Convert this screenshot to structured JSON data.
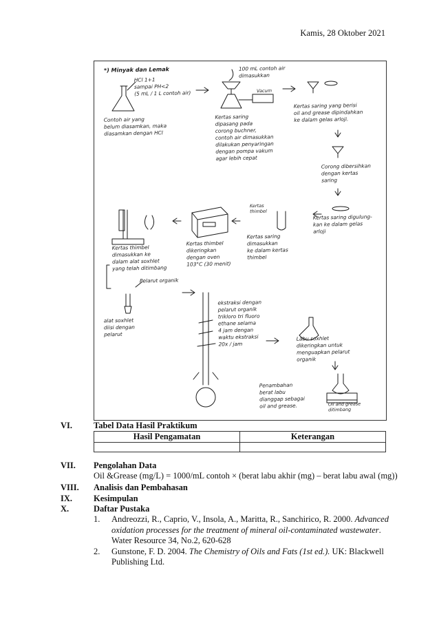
{
  "header": {
    "date": "Kamis, 28 Oktober 2021"
  },
  "figure": {
    "notes": [
      "*) Minyak dan Lemak",
      "HCl 1+1\nsampai PH<2\n(5 mL / 1 L contoh air)",
      "Contoh air yang\nbelum diasamkan, maka\ndiasamkan dengan HCl",
      "100 mL contoh air\ndimasukkan",
      "Vacum",
      "Kertas saring\ndipasang pada\ncorong buchner,\ncontoh air dimasukkan\ndilakukan penyaringan\ndengan pompa vakum\nagar lebih cepat",
      "Kertas saring yang berisi\noil and grease dipindahkan\nke dalam gelas arloji.",
      "Corong dibersihkan\ndengan kertas\nsaring",
      "Kertas saring digulung-\nkan ke dalam gelas\narloji",
      "Kertas\nthimbel",
      "Kertas saring\ndimasukkan\nke dalam kertas\nthimbel",
      "Kertas thimbel\ndikeringkan\ndengan oven\n103°C (30 menit)",
      "Kertas thimbel\ndimasukkan ke\ndalam alat soxhlet\nyang telah ditimbang",
      "Pelarut organik",
      "alat soxhlet\ndiisi dengan\npelarut",
      "ekstraksi dengan\npelarut organik\ntriklоro tri fluoro\nethane selama\n4 jam dengan\nwaktu ekstraksi\n20x / jam",
      "Labu soxhlet\ndikeringkan untuk\nmenguapkan pelarut\norganik",
      "Penambahan\nberat labu\ndianggap sebagai\noil and grease.",
      "Oil and grease\nditimbang"
    ]
  },
  "sections": {
    "vi": {
      "num": "VI.",
      "title": "Tabel Data Hasil Praktikum"
    },
    "vii": {
      "num": "VII.",
      "title": "Pengolahan Data"
    },
    "viii": {
      "num": "VIII.",
      "title": "Analisis dan Pembahasan"
    },
    "ix": {
      "num": "IX.",
      "title": "Kesimpulan"
    },
    "x": {
      "num": "X.",
      "title": "Daftar Pustaka"
    }
  },
  "table": {
    "headers": [
      "Hasil Pengamatan",
      "Keterangan"
    ],
    "rows": [
      [
        "",
        ""
      ]
    ]
  },
  "formula": "Oil &Grease  (mg/L) = 1000/mL contoh × (berat labu akhir (mg) – berat labu awal (mg))",
  "references": [
    {
      "num": "1.",
      "authors": "Andreozzi, R., Caprio, V., Insola, A., Maritta, R., Sanchirico, R. 2000. ",
      "title": "Advanced oxidation processes for the treatment of mineral oil-contaminated wastewater",
      "rest": ". Water Resource 34, No.2, 620-628"
    },
    {
      "num": "2.",
      "authors": "Gunstone, F. D. 2004. ",
      "title": "The Chemistry of Oils and Fats (1st ed.).",
      "rest": " UK: Blackwell Publishing Ltd."
    }
  ]
}
